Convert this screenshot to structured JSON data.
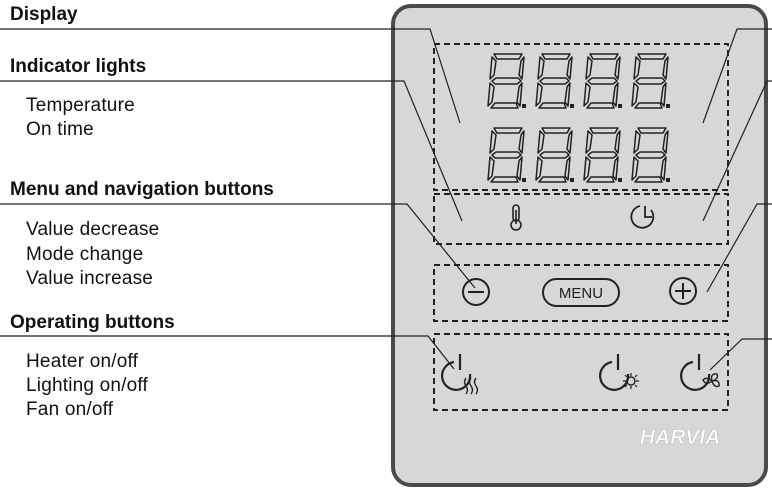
{
  "sections": [
    {
      "heading": "Display",
      "items": []
    },
    {
      "heading": "Indicator lights",
      "items": [
        "Temperature",
        "On time"
      ]
    },
    {
      "heading": "Menu and navigation buttons",
      "items": [
        "Value decrease",
        "Mode change",
        "Value increase"
      ]
    },
    {
      "heading": "Operating buttons",
      "items": [
        "Heater on/off",
        "Lighting on/off",
        "Fan on/off"
      ]
    }
  ],
  "panel": {
    "menu_label": "MENU",
    "brand": "HARVIA",
    "indicator_icons": [
      "thermometer-icon",
      "clock-icon"
    ],
    "nav_icons": [
      "minus-icon",
      "plus-icon"
    ],
    "operating_icons": [
      "heater-power-icon",
      "light-power-icon",
      "fan-power-icon"
    ]
  },
  "colors": {
    "panel_fill": "#d7d7d7",
    "panel_border": "#4a4a4a",
    "line": "#222222"
  }
}
